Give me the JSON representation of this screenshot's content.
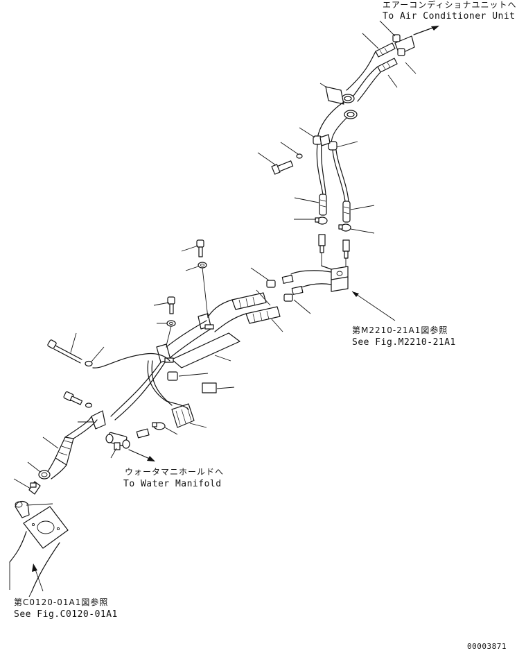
{
  "annotations": {
    "air_conditioner_jp": "エアーコンディショナユニットへ",
    "air_conditioner_en": "To Air Conditioner Unit",
    "water_manifold_jp": "ウォータマニホールドへ",
    "water_manifold_en": "To Water Manifold",
    "fig_m2210_jp": "第M2210-21A1図参照",
    "fig_m2210_en": "See Fig.M2210-21A1",
    "fig_c0120_jp": "第C0120-01A1図参照",
    "fig_c0120_en": "See Fig.C0120-01A1"
  },
  "drawing_number": "00003871"
}
